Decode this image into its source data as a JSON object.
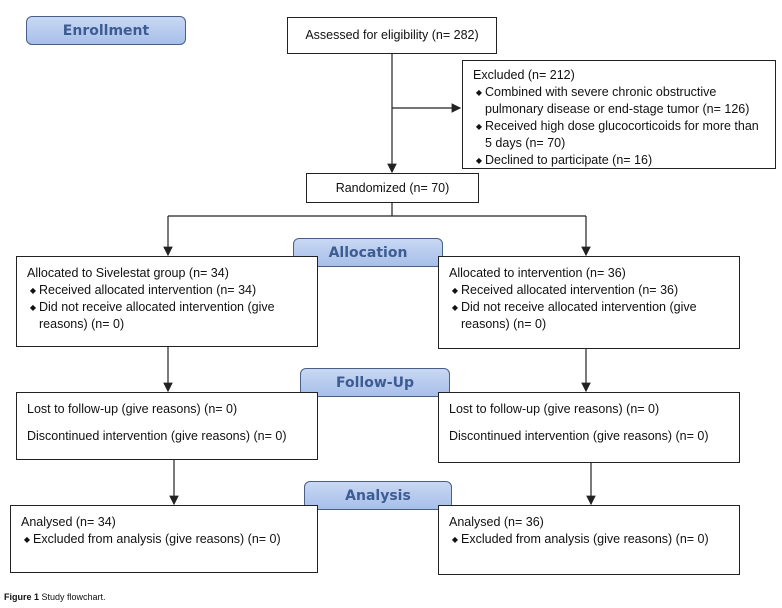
{
  "stages": {
    "enrollment": "Enrollment",
    "allocation": "Allocation",
    "followup": "Follow-Up",
    "analysis": "Analysis"
  },
  "assessed": "Assessed for eligibility (n= 282)",
  "excluded": {
    "title": "Excluded  (n= 212)",
    "items": [
      "Combined with severe chronic obstructive pulmonary disease or end-stage tumor (n= 126)",
      "Received high dose glucocorticoids for more than 5 days (n= 70)",
      "Declined to participate (n= 16)"
    ]
  },
  "randomized": "Randomized (n= 70)",
  "left": {
    "allocation_title": "Allocated to Sivelestat group (n= 34)",
    "allocation_items": [
      "Received allocated intervention (n= 34)",
      "Did not receive allocated intervention (give reasons) (n= 0)"
    ],
    "followup_lost": "Lost to follow-up (give reasons) (n= 0)",
    "followup_discontinued": "Discontinued intervention (give reasons) (n= 0)",
    "analysis_title": "Analysed  (n= 34)",
    "analysis_item": "Excluded from analysis (give reasons) (n= 0)"
  },
  "right": {
    "allocation_title": "Allocated to intervention (n= 36)",
    "allocation_items": [
      "Received allocated intervention (n= 36)",
      "Did not receive allocated intervention (give reasons) (n= 0)"
    ],
    "followup_lost": "Lost to follow-up (give reasons) (n= 0)",
    "followup_discontinued": "Discontinued intervention (give reasons) (n= 0)",
    "analysis_title": "Analysed  (n= 36)",
    "analysis_item": "Excluded from analysis (give reasons) (n= 0)"
  },
  "caption": {
    "label": "Figure 1",
    "text": "Study flowchart."
  }
}
